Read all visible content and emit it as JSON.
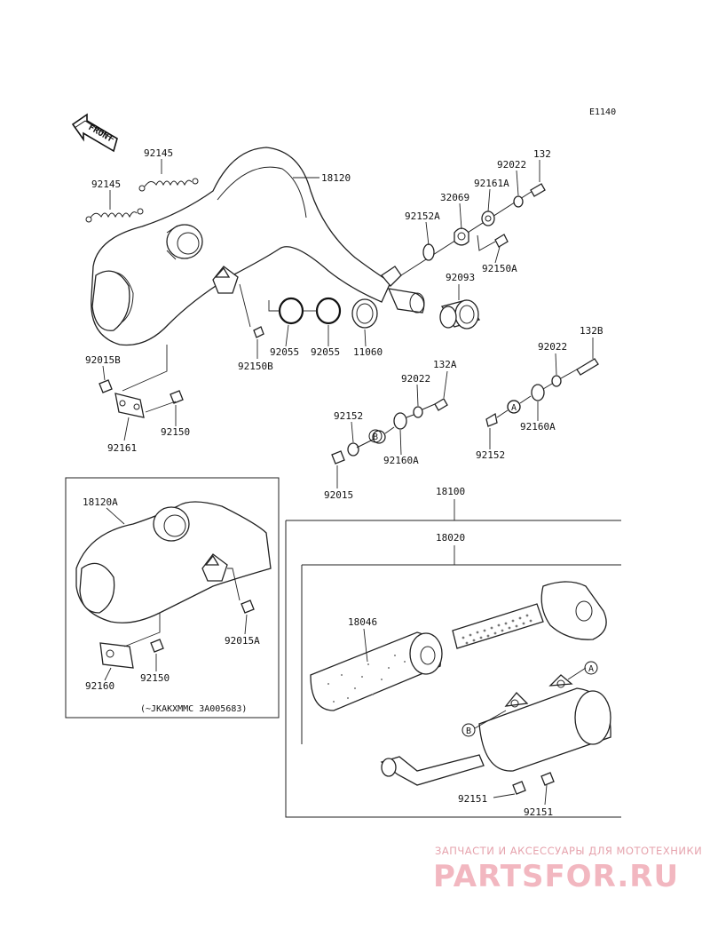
{
  "diagram_code": "E1140",
  "front_arrow_label": "FRONT",
  "labels": {
    "l92145_top": "92145",
    "l92145_mid": "92145",
    "l18120": "18120",
    "l132": "132",
    "l92022_top": "92022",
    "l92161A": "92161A",
    "l32069": "32069",
    "l92152A": "92152A",
    "l92150A": "92150A",
    "l92093": "92093",
    "l92055_a": "92055",
    "l92055_b": "92055",
    "l11060": "11060",
    "l92150B": "92150B",
    "l92015B": "92015B",
    "l92161": "92161",
    "l92150_upper": "92150",
    "l132B": "132B",
    "l92022_right": "92022",
    "l132A": "132A",
    "l92022_mid": "92022",
    "l92152_left": "92152",
    "l92160A_left": "92160A",
    "l92160A_right": "92160A",
    "l92152_right": "92152",
    "l92015": "92015",
    "l18100": "18100",
    "l18020": "18020",
    "l18120A": "18120A",
    "l92015A": "92015A",
    "l18046": "18046",
    "l92160": "92160",
    "l92150_lower": "92150",
    "l92151_left": "92151",
    "l92151_right": "92151",
    "inset_note": "(~JKAKXMMC 3A005683)"
  },
  "markers": {
    "a_callout": "A",
    "b_callout": "B",
    "a_muffler": "A",
    "b_muffler": "B"
  },
  "watermark": {
    "tagline": "ЗАПЧАСТИ И АКСЕССУАРЫ ДЛЯ МОТОТЕХНИКИ",
    "logo": "PARTSFOR.RU"
  }
}
